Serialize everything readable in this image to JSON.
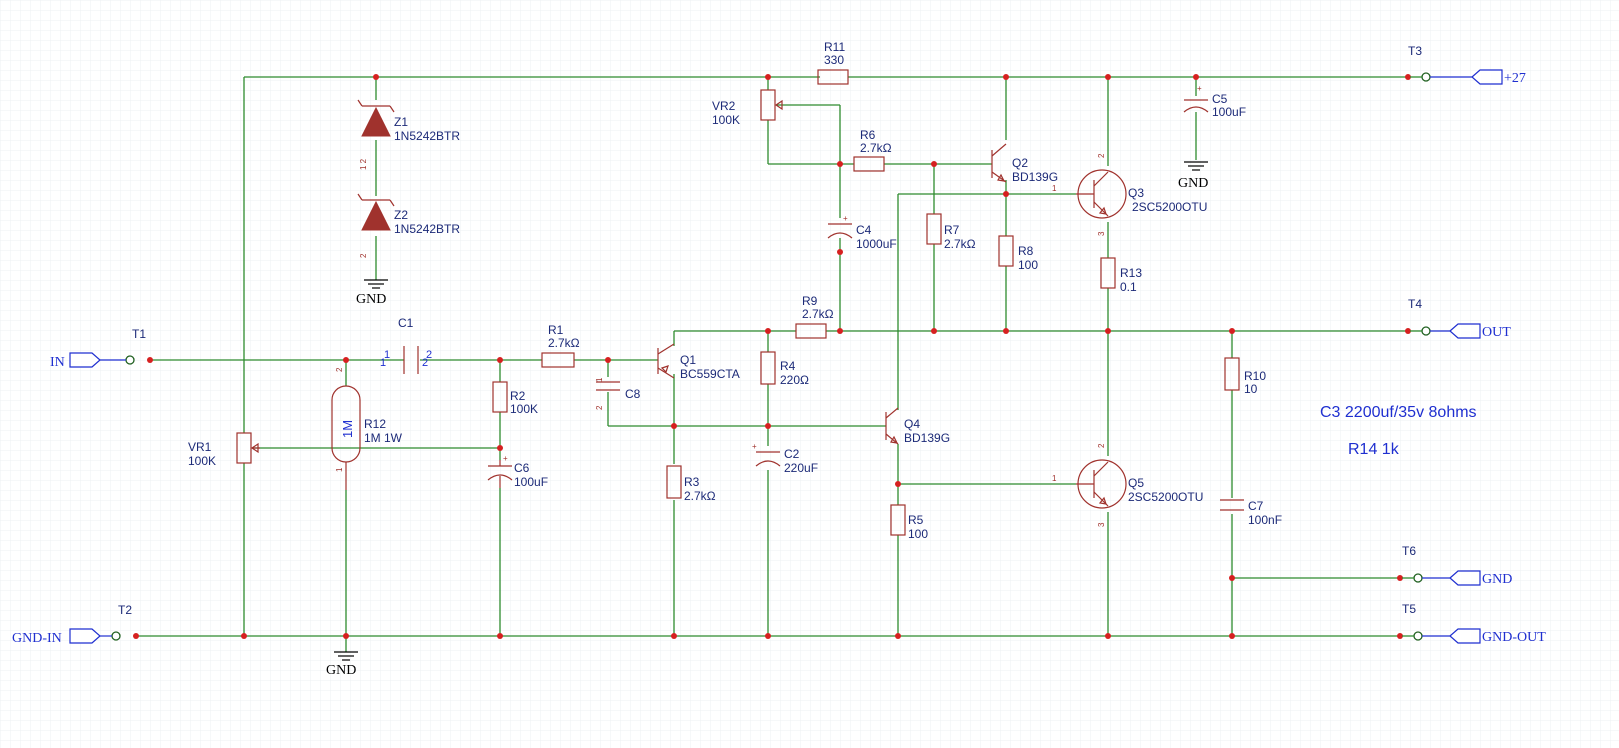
{
  "colors": {
    "wire": "#2e8b2e",
    "component": "#a0322d",
    "label": "#1c2a78",
    "port": "#1f2fd0",
    "junction": "#d62020"
  },
  "notes": {
    "line1": "C3 2200uf/35v 8ohms",
    "line2": "R14 1k"
  },
  "ports": {
    "in": "IN",
    "gnd_in": "GND-IN",
    "plus27": "+27",
    "out": "OUT",
    "gnd": "GND",
    "gnd_out": "GND-OUT"
  },
  "terminals": {
    "t1": "T1",
    "t2": "T2",
    "t3": "T3",
    "t4": "T4",
    "t5": "T5",
    "t6": "T6"
  },
  "grounds": {
    "z2": "GND",
    "c5": "GND",
    "bottom": "GND"
  },
  "components": {
    "z1": {
      "ref": "Z1",
      "value": "1N5242BTR"
    },
    "z2": {
      "ref": "Z2",
      "value": "1N5242BTR"
    },
    "c1": {
      "ref": "C1"
    },
    "r1": {
      "ref": "R1",
      "value": "2.7kΩ"
    },
    "r2": {
      "ref": "R2",
      "value": "100K"
    },
    "r3": {
      "ref": "R3",
      "value": "2.7kΩ"
    },
    "r4": {
      "ref": "R4",
      "value": "220Ω"
    },
    "r5": {
      "ref": "R5",
      "value": "100"
    },
    "r6": {
      "ref": "R6",
      "value": "2.7kΩ"
    },
    "r7": {
      "ref": "R7",
      "value": "2.7kΩ"
    },
    "r8": {
      "ref": "R8",
      "value": "100"
    },
    "r9": {
      "ref": "R9",
      "value": "2.7kΩ"
    },
    "r10": {
      "ref": "R10",
      "value": "10"
    },
    "r11": {
      "ref": "R11",
      "value": "330"
    },
    "r12": {
      "ref": "R12",
      "value": "1M 1W",
      "body": "1M"
    },
    "r13": {
      "ref": "R13",
      "value": "0.1"
    },
    "vr1": {
      "ref": "VR1",
      "value": "100K"
    },
    "vr2": {
      "ref": "VR2",
      "value": "100K"
    },
    "c2": {
      "ref": "C2",
      "value": "220uF"
    },
    "c4": {
      "ref": "C4",
      "value": "1000uF"
    },
    "c5": {
      "ref": "C5",
      "value": "100uF"
    },
    "c6": {
      "ref": "C6",
      "value": "100uF"
    },
    "c7": {
      "ref": "C7",
      "value": "100nF"
    },
    "c8": {
      "ref": "C8"
    },
    "q1": {
      "ref": "Q1",
      "value": "BC559CTA"
    },
    "q2": {
      "ref": "Q2",
      "value": "BD139G"
    },
    "q3": {
      "ref": "Q3",
      "value": "2SC5200OTU"
    },
    "q4": {
      "ref": "Q4",
      "value": "BD139G"
    },
    "q5": {
      "ref": "Q5",
      "value": "2SC5200OTU"
    }
  },
  "pins": {
    "p1": "1",
    "p2": "2",
    "p3": "3",
    "p12": "1 2"
  }
}
